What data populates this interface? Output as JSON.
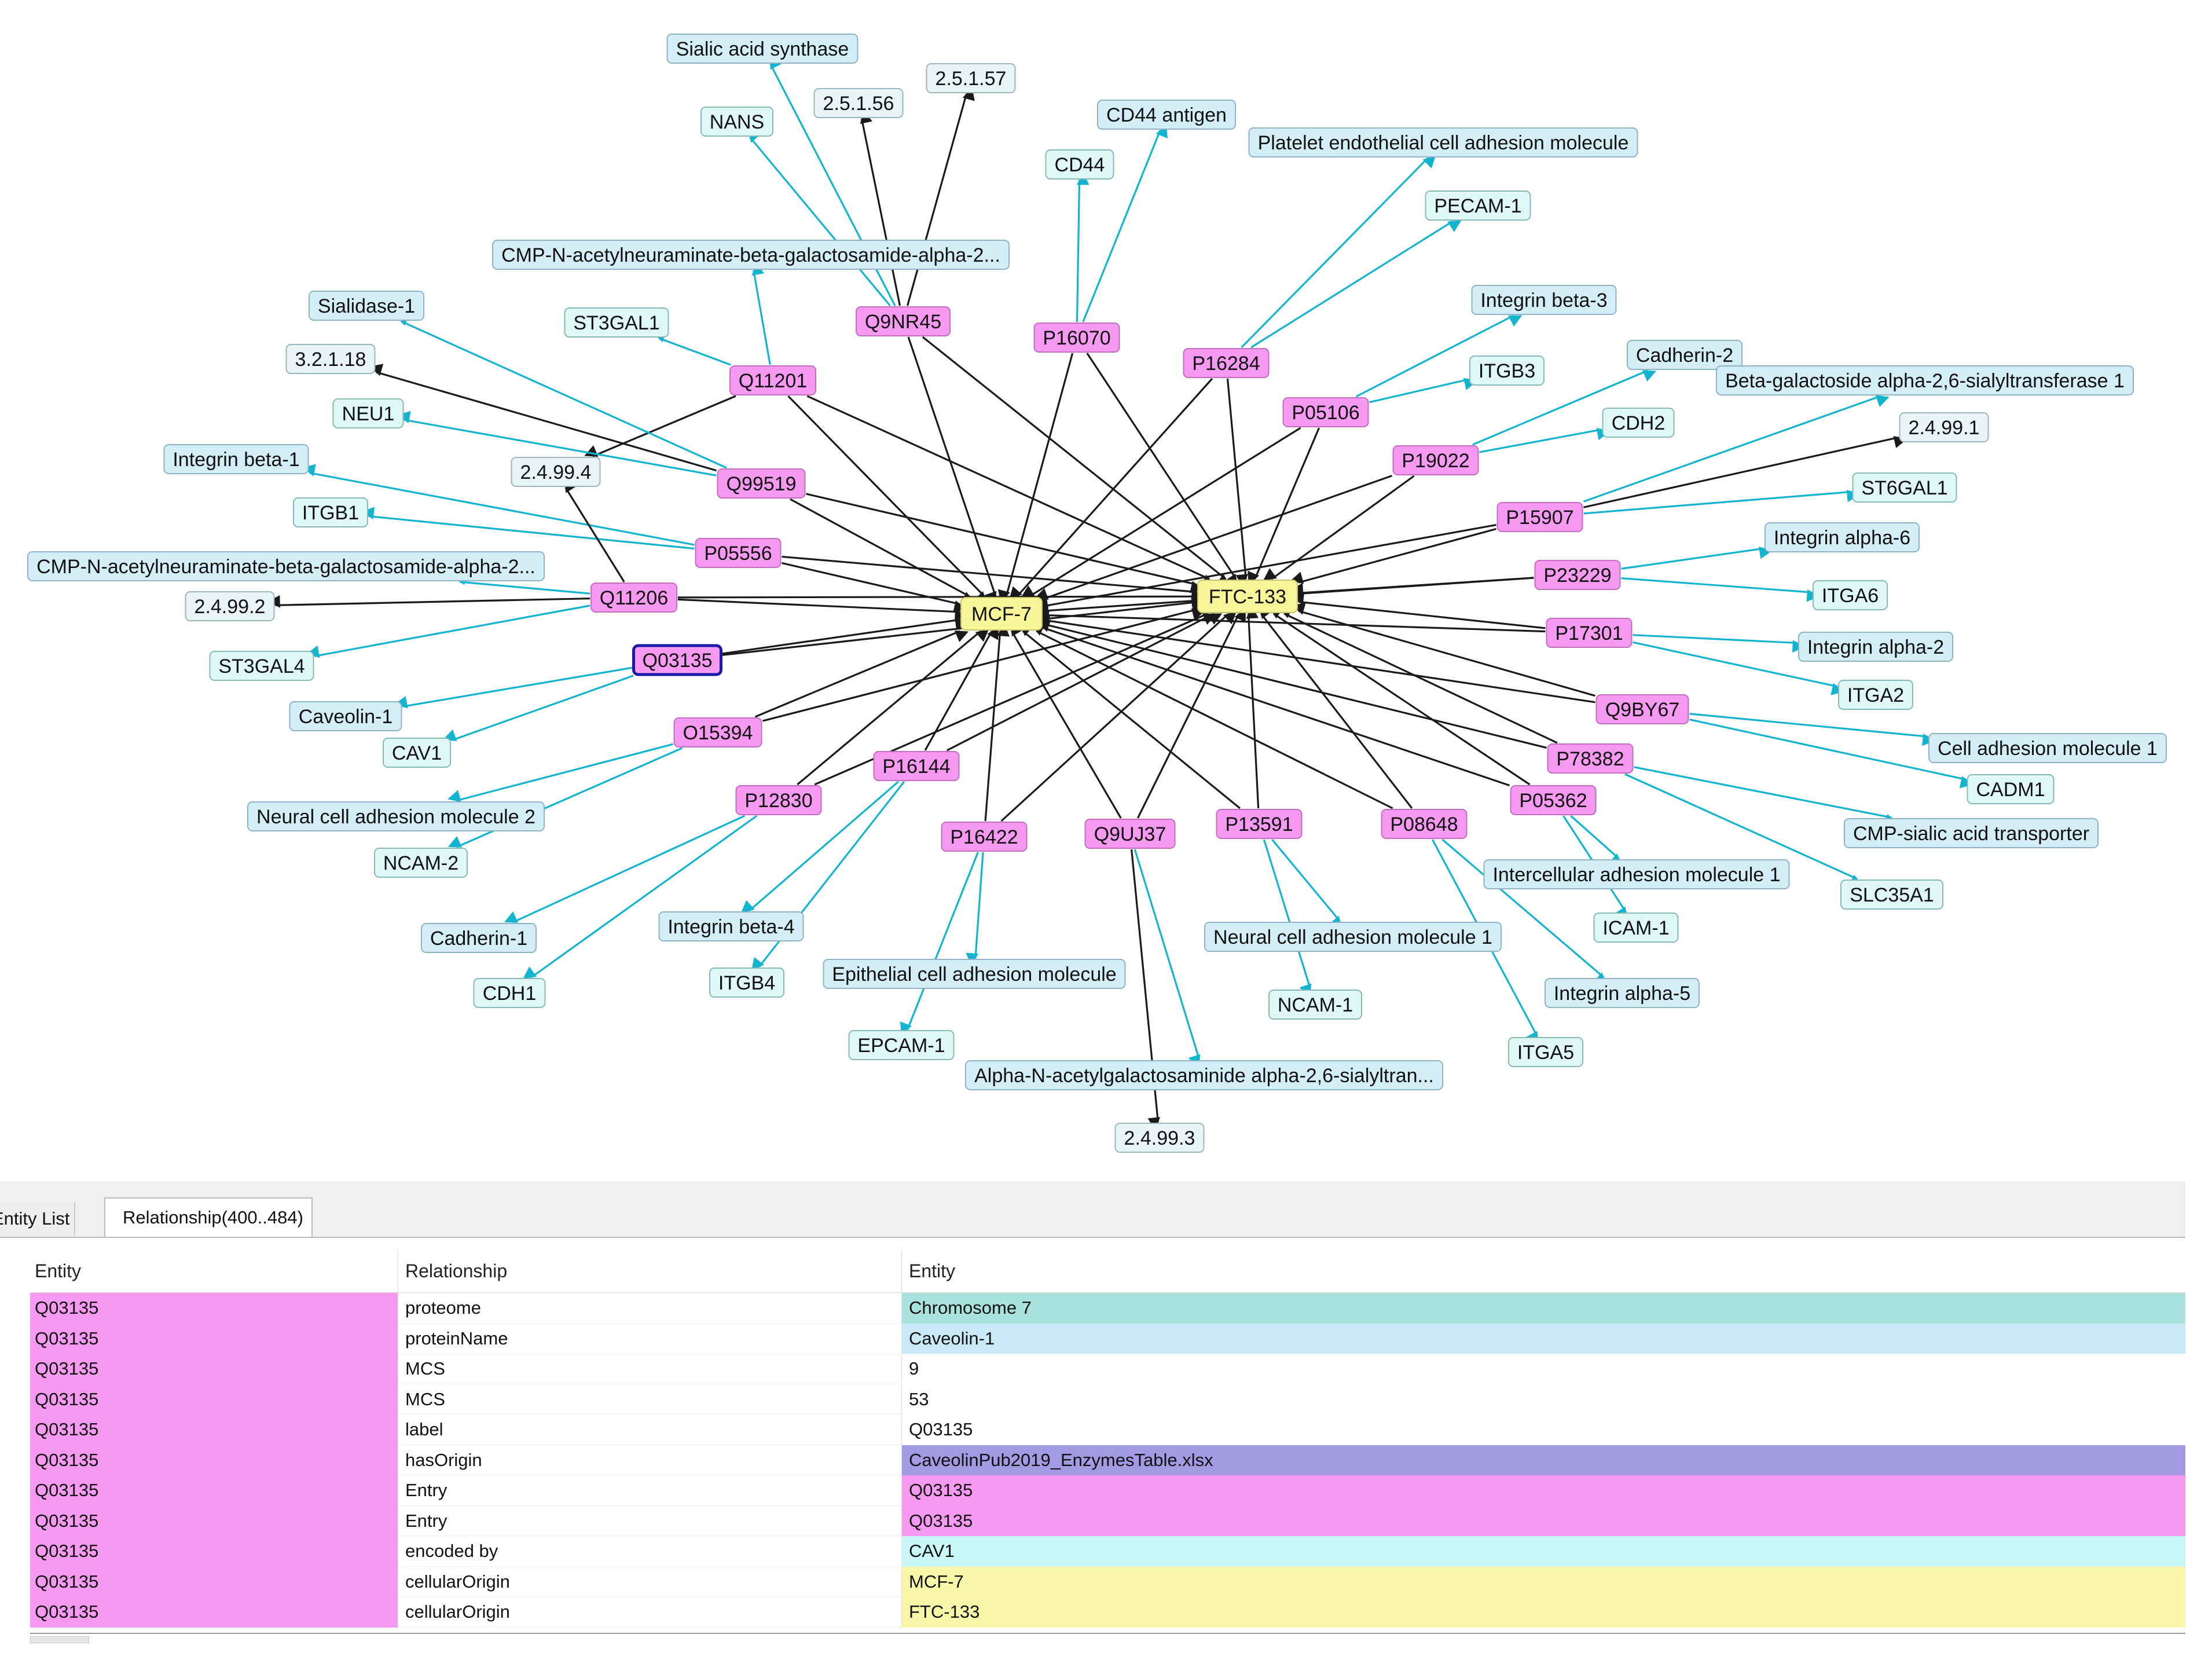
{
  "graph": {
    "nodes": [
      {
        "id": "mcf7",
        "label": "MCF-7",
        "type": "cell"
      },
      {
        "id": "ftc133",
        "label": "FTC-133",
        "type": "cell"
      },
      {
        "id": "q03135",
        "label": "Q03135",
        "type": "protein-selected"
      },
      {
        "id": "q9nr45",
        "label": "Q9NR45",
        "type": "protein"
      },
      {
        "id": "p16070",
        "label": "P16070",
        "type": "protein"
      },
      {
        "id": "p16284",
        "label": "P16284",
        "type": "protein"
      },
      {
        "id": "q11201",
        "label": "Q11201",
        "type": "protein"
      },
      {
        "id": "p05106",
        "label": "P05106",
        "type": "protein"
      },
      {
        "id": "p19022",
        "label": "P19022",
        "type": "protein"
      },
      {
        "id": "q99519",
        "label": "Q99519",
        "type": "protein"
      },
      {
        "id": "p15907",
        "label": "P15907",
        "type": "protein"
      },
      {
        "id": "p05556",
        "label": "P05556",
        "type": "protein"
      },
      {
        "id": "p23229",
        "label": "P23229",
        "type": "protein"
      },
      {
        "id": "q11206",
        "label": "Q11206",
        "type": "protein"
      },
      {
        "id": "p17301",
        "label": "P17301",
        "type": "protein"
      },
      {
        "id": "q9by67",
        "label": "Q9BY67",
        "type": "protein"
      },
      {
        "id": "o15394",
        "label": "O15394",
        "type": "protein"
      },
      {
        "id": "p78382",
        "label": "P78382",
        "type": "protein"
      },
      {
        "id": "p16144",
        "label": "P16144",
        "type": "protein"
      },
      {
        "id": "p12830",
        "label": "P12830",
        "type": "protein"
      },
      {
        "id": "p05362",
        "label": "P05362",
        "type": "protein"
      },
      {
        "id": "p16422",
        "label": "P16422",
        "type": "protein"
      },
      {
        "id": "q9uj37",
        "label": "Q9UJ37",
        "type": "protein"
      },
      {
        "id": "p13591",
        "label": "P13591",
        "type": "protein"
      },
      {
        "id": "p08648",
        "label": "P08648",
        "type": "protein"
      },
      {
        "id": "sialic_synthase",
        "label": "Sialic acid synthase",
        "type": "name"
      },
      {
        "id": "nans",
        "label": "NANS",
        "type": "gene"
      },
      {
        "id": "ec_2_5_1_56",
        "label": "2.5.1.56",
        "type": "ec"
      },
      {
        "id": "ec_2_5_1_57",
        "label": "2.5.1.57",
        "type": "ec"
      },
      {
        "id": "cd44_antigen",
        "label": "CD44 antigen",
        "type": "name"
      },
      {
        "id": "cd44",
        "label": "CD44",
        "type": "gene"
      },
      {
        "id": "pecam_name",
        "label": "Platelet endothelial cell adhesion molecule",
        "type": "name"
      },
      {
        "id": "pecam1",
        "label": "PECAM-1",
        "type": "gene"
      },
      {
        "id": "cmp_sia_alpha2_a",
        "label": "CMP-N-acetylneuraminate-beta-galactosamide-alpha-2...",
        "type": "name"
      },
      {
        "id": "sialidase1",
        "label": "Sialidase-1",
        "type": "name"
      },
      {
        "id": "st3gal1",
        "label": "ST3GAL1",
        "type": "gene"
      },
      {
        "id": "ec_3_2_1_18",
        "label": "3.2.1.18",
        "type": "ec"
      },
      {
        "id": "neu1",
        "label": "NEU1",
        "type": "gene"
      },
      {
        "id": "integrin_b3",
        "label": "Integrin beta-3",
        "type": "name"
      },
      {
        "id": "itgb3",
        "label": "ITGB3",
        "type": "gene"
      },
      {
        "id": "cadherin2",
        "label": "Cadherin-2",
        "type": "name"
      },
      {
        "id": "cdh2",
        "label": "CDH2",
        "type": "gene"
      },
      {
        "id": "st6gal_name",
        "label": "Beta-galactoside alpha-2,6-sialyltransferase 1",
        "type": "name"
      },
      {
        "id": "ec_2_4_99_1",
        "label": "2.4.99.1",
        "type": "ec"
      },
      {
        "id": "st6gal1",
        "label": "ST6GAL1",
        "type": "gene"
      },
      {
        "id": "integrin_b1",
        "label": "Integrin beta-1",
        "type": "name"
      },
      {
        "id": "ec_2_4_99_4",
        "label": "2.4.99.4",
        "type": "ec"
      },
      {
        "id": "itgb1",
        "label": "ITGB1",
        "type": "gene"
      },
      {
        "id": "integrin_a6",
        "label": "Integrin alpha-6",
        "type": "name"
      },
      {
        "id": "itga6",
        "label": "ITGA6",
        "type": "gene"
      },
      {
        "id": "cmp_sia_alpha2_b",
        "label": "CMP-N-acetylneuraminate-beta-galactosamide-alpha-2...",
        "type": "name"
      },
      {
        "id": "ec_2_4_99_2",
        "label": "2.4.99.2",
        "type": "ec"
      },
      {
        "id": "st3gal4",
        "label": "ST3GAL4",
        "type": "gene"
      },
      {
        "id": "integrin_a2",
        "label": "Integrin alpha-2",
        "type": "name"
      },
      {
        "id": "itga2",
        "label": "ITGA2",
        "type": "gene"
      },
      {
        "id": "caveolin1",
        "label": "Caveolin-1",
        "type": "name"
      },
      {
        "id": "cav1",
        "label": "CAV1",
        "type": "gene"
      },
      {
        "id": "cam1",
        "label": "Cell adhesion molecule 1",
        "type": "name"
      },
      {
        "id": "cadm1",
        "label": "CADM1",
        "type": "gene"
      },
      {
        "id": "ncam2_name",
        "label": "Neural cell adhesion molecule 2",
        "type": "name"
      },
      {
        "id": "ncam2",
        "label": "NCAM-2",
        "type": "gene"
      },
      {
        "id": "cmp_sialic_transporter",
        "label": "CMP-sialic acid transporter",
        "type": "name"
      },
      {
        "id": "slc35a1",
        "label": "SLC35A1",
        "type": "gene"
      },
      {
        "id": "icam_name",
        "label": "Intercellular adhesion molecule 1",
        "type": "name"
      },
      {
        "id": "icam1",
        "label": "ICAM-1",
        "type": "gene"
      },
      {
        "id": "cadherin1",
        "label": "Cadherin-1",
        "type": "name"
      },
      {
        "id": "cdh1",
        "label": "CDH1",
        "type": "gene"
      },
      {
        "id": "integrin_b4",
        "label": "Integrin beta-4",
        "type": "name"
      },
      {
        "id": "itgb4",
        "label": "ITGB4",
        "type": "gene"
      },
      {
        "id": "epcam_name",
        "label": "Epithelial cell adhesion molecule",
        "type": "name"
      },
      {
        "id": "epcam1",
        "label": "EPCAM-1",
        "type": "gene"
      },
      {
        "id": "ncam1_name",
        "label": "Neural cell adhesion molecule 1",
        "type": "name"
      },
      {
        "id": "ncam1",
        "label": "NCAM-1",
        "type": "gene"
      },
      {
        "id": "integrin_a5",
        "label": "Integrin alpha-5",
        "type": "name"
      },
      {
        "id": "itga5",
        "label": "ITGA5",
        "type": "gene"
      },
      {
        "id": "st6galnac_name",
        "label": "Alpha-N-acetylgalactosaminide alpha-2,6-sialyltran...",
        "type": "name"
      },
      {
        "id": "ec_2_4_99_3",
        "label": "2.4.99.3",
        "type": "ec"
      }
    ],
    "edges": [
      {
        "from": "q03135",
        "to": "caveolin1",
        "kind": "c"
      },
      {
        "from": "q03135",
        "to": "cav1",
        "kind": "c"
      },
      {
        "from": "q9nr45",
        "to": "sialic_synthase",
        "kind": "c"
      },
      {
        "from": "q9nr45",
        "to": "nans",
        "kind": "c"
      },
      {
        "from": "q9nr45",
        "to": "ec_2_5_1_56",
        "kind": "b"
      },
      {
        "from": "q9nr45",
        "to": "ec_2_5_1_57",
        "kind": "b"
      },
      {
        "from": "p16070",
        "to": "cd44",
        "kind": "c"
      },
      {
        "from": "p16070",
        "to": "cd44_antigen",
        "kind": "c"
      },
      {
        "from": "p16284",
        "to": "pecam_name",
        "kind": "c"
      },
      {
        "from": "p16284",
        "to": "pecam1",
        "kind": "c"
      },
      {
        "from": "q11201",
        "to": "st3gal1",
        "kind": "c"
      },
      {
        "from": "q11201",
        "to": "cmp_sia_alpha2_a",
        "kind": "c"
      },
      {
        "from": "q11201",
        "to": "ec_2_4_99_4",
        "kind": "b"
      },
      {
        "from": "q99519",
        "to": "sialidase1",
        "kind": "c"
      },
      {
        "from": "q99519",
        "to": "ec_3_2_1_18",
        "kind": "b"
      },
      {
        "from": "q99519",
        "to": "neu1",
        "kind": "c"
      },
      {
        "from": "p05106",
        "to": "integrin_b3",
        "kind": "c"
      },
      {
        "from": "p05106",
        "to": "itgb3",
        "kind": "c"
      },
      {
        "from": "p19022",
        "to": "cadherin2",
        "kind": "c"
      },
      {
        "from": "p19022",
        "to": "cdh2",
        "kind": "c"
      },
      {
        "from": "p15907",
        "to": "st6gal_name",
        "kind": "c"
      },
      {
        "from": "p15907",
        "to": "ec_2_4_99_1",
        "kind": "b"
      },
      {
        "from": "p15907",
        "to": "st6gal1",
        "kind": "c"
      },
      {
        "from": "p05556",
        "to": "integrin_b1",
        "kind": "c"
      },
      {
        "from": "p05556",
        "to": "itgb1",
        "kind": "c"
      },
      {
        "from": "p23229",
        "to": "integrin_a6",
        "kind": "c"
      },
      {
        "from": "p23229",
        "to": "itga6",
        "kind": "c"
      },
      {
        "from": "q11206",
        "to": "cmp_sia_alpha2_b",
        "kind": "c"
      },
      {
        "from": "q11206",
        "to": "ec_2_4_99_2",
        "kind": "b"
      },
      {
        "from": "q11206",
        "to": "st3gal4",
        "kind": "c"
      },
      {
        "from": "q11206",
        "to": "ec_2_4_99_4",
        "kind": "b"
      },
      {
        "from": "p17301",
        "to": "integrin_a2",
        "kind": "c"
      },
      {
        "from": "p17301",
        "to": "itga2",
        "kind": "c"
      },
      {
        "from": "q9by67",
        "to": "cam1",
        "kind": "c"
      },
      {
        "from": "q9by67",
        "to": "cadm1",
        "kind": "c"
      },
      {
        "from": "o15394",
        "to": "ncam2_name",
        "kind": "c"
      },
      {
        "from": "o15394",
        "to": "ncam2",
        "kind": "c"
      },
      {
        "from": "p78382",
        "to": "cmp_sialic_transporter",
        "kind": "c"
      },
      {
        "from": "p78382",
        "to": "slc35a1",
        "kind": "c"
      },
      {
        "from": "p05362",
        "to": "icam_name",
        "kind": "c"
      },
      {
        "from": "p05362",
        "to": "icam1",
        "kind": "c"
      },
      {
        "from": "p12830",
        "to": "cadherin1",
        "kind": "c"
      },
      {
        "from": "p12830",
        "to": "cdh1",
        "kind": "c"
      },
      {
        "from": "p16144",
        "to": "integrin_b4",
        "kind": "c"
      },
      {
        "from": "p16144",
        "to": "itgb4",
        "kind": "c"
      },
      {
        "from": "p16422",
        "to": "epcam_name",
        "kind": "c"
      },
      {
        "from": "p16422",
        "to": "epcam1",
        "kind": "c"
      },
      {
        "from": "q9uj37",
        "to": "st6galnac_name",
        "kind": "c"
      },
      {
        "from": "q9uj37",
        "to": "ec_2_4_99_3",
        "kind": "b"
      },
      {
        "from": "p13591",
        "to": "ncam1_name",
        "kind": "c"
      },
      {
        "from": "p13591",
        "to": "ncam1",
        "kind": "c"
      },
      {
        "from": "p08648",
        "to": "integrin_a5",
        "kind": "c"
      },
      {
        "from": "p08648",
        "to": "itga5",
        "kind": "c"
      }
    ],
    "cell_links": [
      "q03135",
      "q9nr45",
      "p16070",
      "p16284",
      "q11201",
      "p05106",
      "p19022",
      "q99519",
      "p15907",
      "p05556",
      "p23229",
      "q11206",
      "p17301",
      "q9by67",
      "o15394",
      "p78382",
      "p16144",
      "p12830",
      "p05362",
      "p16422",
      "q9uj37",
      "p13591",
      "p08648"
    ],
    "colors": {
      "cell_fill": "#f7f49a",
      "protein_fill": "#f59af0",
      "name_fill": "#d4eef7",
      "gene_fill": "#dff8f6",
      "ec_fill": "#e9f4f6",
      "edge_black": "#1a1a1a",
      "edge_cyan": "#12b4cf",
      "selected_border": "#1e1aa8"
    }
  },
  "panel": {
    "tabs": [
      {
        "label": "Entity List"
      },
      {
        "label": "Relationship(400..484)"
      }
    ],
    "headers": [
      "Entity",
      "Relationship",
      "Entity"
    ],
    "rows": [
      {
        "entity": "Q03135",
        "relationship": "proteome",
        "target": "Chromosome 7",
        "color": "#a9e2dc"
      },
      {
        "entity": "Q03135",
        "relationship": "proteinName",
        "target": "Caveolin-1",
        "color": "#c9e9f6"
      },
      {
        "entity": "Q03135",
        "relationship": "MCS",
        "target": "9",
        "color": "#ffffff"
      },
      {
        "entity": "Q03135",
        "relationship": "MCS",
        "target": "53",
        "color": "#ffffff"
      },
      {
        "entity": "Q03135",
        "relationship": "label",
        "target": "Q03135",
        "color": "#ffffff"
      },
      {
        "entity": "Q03135",
        "relationship": "hasOrigin",
        "target": "CaveolinPub2019_EnzymesTable.xlsx",
        "color": "#a29be4"
      },
      {
        "entity": "Q03135",
        "relationship": "Entry",
        "target": "Q03135",
        "color": "#f59af0"
      },
      {
        "entity": "Q03135",
        "relationship": "Entry",
        "target": "Q03135",
        "color": "#f59af0"
      },
      {
        "entity": "Q03135",
        "relationship": "encoded by",
        "target": "CAV1",
        "color": "#c8f8f8"
      },
      {
        "entity": "Q03135",
        "relationship": "cellularOrigin",
        "target": "MCF-7",
        "color": "#f8f6a8"
      },
      {
        "entity": "Q03135",
        "relationship": "cellularOrigin",
        "target": "FTC-133",
        "color": "#f8f6a8"
      }
    ],
    "entity_color": "#f59af0"
  }
}
